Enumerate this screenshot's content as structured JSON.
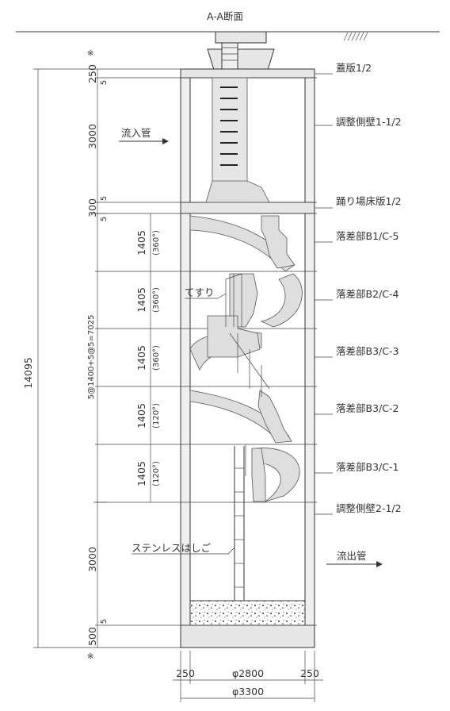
{
  "title": "A-A断面",
  "dimensions": {
    "left_total": "14095",
    "left_span": "5@1400+5@5=7025",
    "top_slab": "250",
    "gap5": "5",
    "upper_wall": "3000",
    "landing": "300",
    "drop_height": "1405",
    "drop_angles": [
      "(360°)",
      "(360°)",
      "(360°)",
      "(120°)",
      "(120°)"
    ],
    "lower_wall": "3000",
    "bottom_slab": "500",
    "asterisk": "※",
    "wall_thickness": "250",
    "inner_diameter": "φ2800",
    "outer_diameter": "φ3300"
  },
  "labels": {
    "inflow": "流入管",
    "outflow": "流出管",
    "handrail": "てすり",
    "ladder": "ステンレスはしご"
  },
  "parts": [
    "蓋版1/2",
    "調整側壁1-1/2",
    "踊り場床版1/2",
    "落差部B1/C-5",
    "落差部B2/C-4",
    "落差部B3/C-3",
    "落差部B3/C-2",
    "落差部B3/C-1",
    "調整側壁2-1/2"
  ]
}
